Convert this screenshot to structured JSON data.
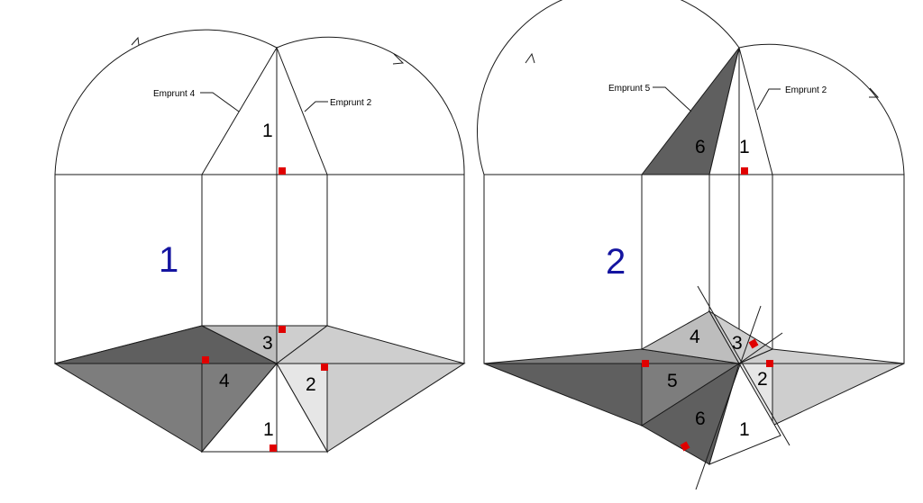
{
  "colors": {
    "dark": "#5f5f5f",
    "mid": "#7d7d7d",
    "light": "#bdbdbd",
    "pale": "#cecece",
    "paler": "#e6e6e6",
    "right_angle": "#e00000",
    "figure_number": "#1414a0"
  },
  "figure1": {
    "number": "1",
    "callouts": {
      "emprunt_left": "Emprunt 4",
      "emprunt_right": "Emprunt 2"
    },
    "faces": {
      "top": "1",
      "f1": "1",
      "f2": "2",
      "f3": "3",
      "f4": "4"
    }
  },
  "figure2": {
    "number": "2",
    "callouts": {
      "emprunt_left": "Emprunt 5",
      "emprunt_right": "Emprunt 2"
    },
    "faces": {
      "top1": "1",
      "top6": "6",
      "f1": "1",
      "f2": "2",
      "f3": "3",
      "f4": "4",
      "f5": "5",
      "f6": "6"
    }
  }
}
